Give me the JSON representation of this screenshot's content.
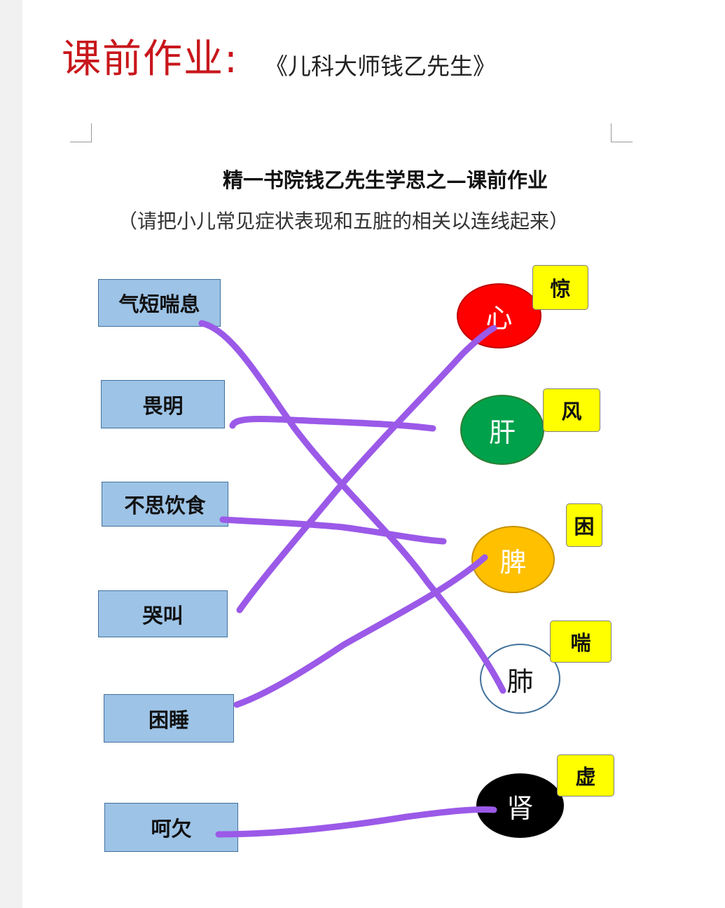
{
  "header": {
    "heading": "课前作业:",
    "book_title": "《儿科大师钱乙先生》"
  },
  "worksheet": {
    "title": "精一书院钱乙先生学思之—课前作业",
    "instruction": "（请把小儿常见症状表现和五脏的相关以连线起来）"
  },
  "symptoms": [
    "气短喘息",
    "畏明",
    "不思饮食",
    "哭叫",
    "困睡",
    "呵欠"
  ],
  "organs": [
    {
      "name": "心",
      "tag": "惊",
      "fill": "#ff0000",
      "text_color": "#ffffff",
      "border": "#c00000"
    },
    {
      "name": "肝",
      "tag": "风",
      "fill": "#00a14b",
      "text_color": "#ffffff",
      "border": "#2e7d32"
    },
    {
      "name": "脾",
      "tag": "困",
      "fill": "#ffc000",
      "text_color": "#ffffff",
      "border": "#c79100"
    },
    {
      "name": "肺",
      "tag": "喘",
      "fill": "#ffffff",
      "text_color": "#111111",
      "border": "#41719c"
    },
    {
      "name": "肾",
      "tag": "虚",
      "fill": "#000000",
      "text_color": "#ffffff",
      "border": "#000000"
    }
  ],
  "connections": [
    {
      "from": "气短喘息",
      "to": "肺"
    },
    {
      "from": "畏明",
      "to": "肝"
    },
    {
      "from": "不思饮食",
      "to": "脾"
    },
    {
      "from": "哭叫",
      "to": "心"
    },
    {
      "from": "困睡",
      "to": "脾"
    },
    {
      "from": "呵欠",
      "to": "肾"
    }
  ],
  "colors": {
    "heading": "#c8171c",
    "symptom_box": "#9dc3e6",
    "tag": "#ffff00",
    "line": "#9b59e8"
  }
}
